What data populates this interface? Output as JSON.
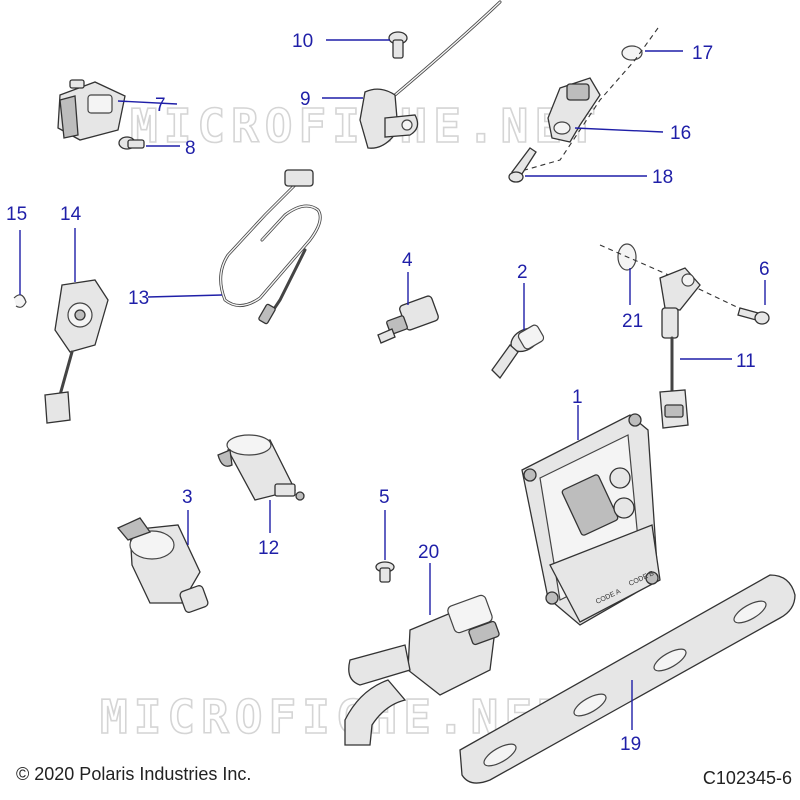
{
  "watermark": "MICROFICHE.NET",
  "footer": {
    "copyright": "© 2020 Polaris Industries Inc.",
    "diagram_code": "C102345-6"
  },
  "callouts": {
    "c1": "1",
    "c2": "2",
    "c3": "3",
    "c4": "4",
    "c5": "5",
    "c6": "6",
    "c7": "7",
    "c8": "8",
    "c9": "9",
    "c10": "10",
    "c11": "11",
    "c12": "12",
    "c13": "13",
    "c14": "14",
    "c15": "15",
    "c16": "16",
    "c17": "17",
    "c18": "18",
    "c19": "19",
    "c20": "20",
    "c21": "21"
  },
  "ecu_labels": {
    "code_a": "CODE A",
    "code_b": "CODE B"
  }
}
